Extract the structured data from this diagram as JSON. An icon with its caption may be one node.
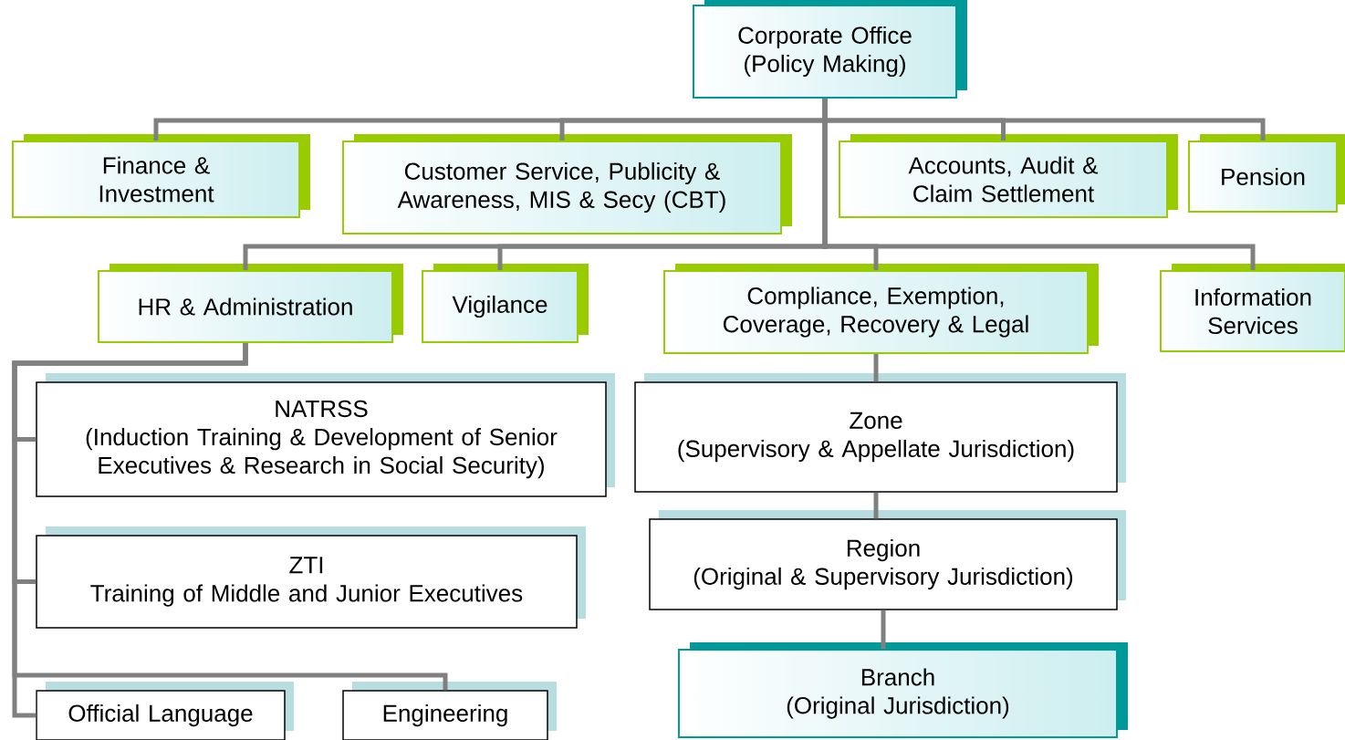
{
  "diagram": {
    "nodes": [
      {
        "text": [
          "Corporate Office",
          "(Policy Making)"
        ]
      },
      {
        "text": [
          "Finance & Investment"
        ]
      },
      {
        "text": [
          "Customer Service, Publicity & Awareness, MIS & Secy (CBT)"
        ]
      },
      {
        "text": [
          "Accounts, Audit & Claim Settlement"
        ]
      },
      {
        "text": [
          "Pension"
        ]
      },
      {
        "text": [
          "HR & Administration"
        ]
      },
      {
        "text": [
          "Vigilance"
        ]
      },
      {
        "text": [
          "Compliance, Exemption, Coverage, Recovery & Legal"
        ]
      },
      {
        "text": [
          "Information Services"
        ]
      },
      {
        "text": [
          "NATRSS",
          "(Induction Training & Development of Senior Executives & Research in Social Security)"
        ]
      },
      {
        "text": [
          "ZTI",
          "Training of Middle and Junior Executives"
        ]
      },
      {
        "text": [
          "Official Language"
        ]
      },
      {
        "text": [
          "Engineering"
        ]
      },
      {
        "text": [
          "Zone",
          "(Supervisory & Appellate Jurisdiction)"
        ]
      },
      {
        "text": [
          "Region",
          "(Original & Supervisory Jurisdiction)"
        ]
      },
      {
        "text": [
          "Branch",
          "(Original Jurisdiction)"
        ]
      }
    ],
    "edges": [
      {
        "from": 0,
        "to": 1,
        "arrow": "none"
      },
      {
        "from": 0,
        "to": 2,
        "arrow": "none"
      },
      {
        "from": 0,
        "to": 3,
        "arrow": "none"
      },
      {
        "from": 0,
        "to": 4,
        "arrow": "none"
      },
      {
        "from": 0,
        "to": 5,
        "arrow": "none"
      },
      {
        "from": 0,
        "to": 6,
        "arrow": "none"
      },
      {
        "from": 0,
        "to": 7,
        "arrow": "none"
      },
      {
        "from": 0,
        "to": 8,
        "arrow": "none"
      },
      {
        "from": 5,
        "to": 9,
        "arrow": "none"
      },
      {
        "from": 5,
        "to": 10,
        "arrow": "none"
      },
      {
        "from": 5,
        "to": 11,
        "arrow": "none"
      },
      {
        "from": 5,
        "to": 12,
        "arrow": "none"
      },
      {
        "from": 7,
        "to": 13,
        "arrow": "none"
      },
      {
        "from": 13,
        "to": 14,
        "arrow": "none"
      },
      {
        "from": 14,
        "to": 15,
        "arrow": "none"
      }
    ]
  }
}
